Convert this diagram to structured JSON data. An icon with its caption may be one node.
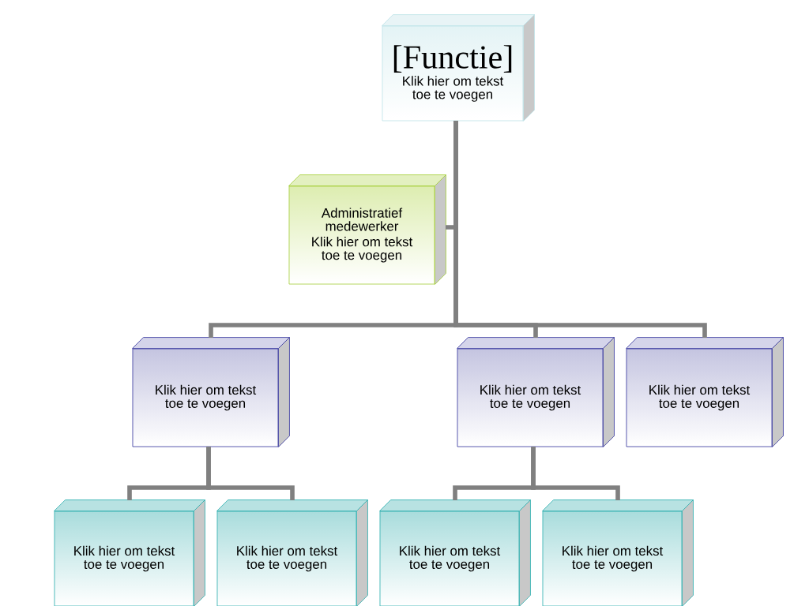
{
  "diagram": {
    "nodes": [
      {
        "text": [
          "[Functie]",
          "Klik hier om tekst toe te voegen"
        ]
      },
      {
        "text": [
          "Administratief medewerker",
          "Klik hier om tekst toe te voegen"
        ]
      },
      {
        "text": [
          "Klik hier om tekst toe te voegen"
        ]
      },
      {
        "text": [
          "Klik hier om tekst toe te voegen"
        ]
      },
      {
        "text": [
          "Klik hier om tekst toe te voegen"
        ]
      },
      {
        "text": [
          "Klik hier om tekst toe te voegen"
        ]
      },
      {
        "text": [
          "Klik hier om tekst toe te voegen"
        ]
      },
      {
        "text": [
          "Klik hier om tekst toe te voegen"
        ]
      },
      {
        "text": [
          "Klik hier om tekst toe te voegen"
        ]
      }
    ],
    "edges": [
      {
        "from": 0,
        "to": 1,
        "arrow": "none"
      },
      {
        "from": 0,
        "to": 2,
        "arrow": "none"
      },
      {
        "from": 0,
        "to": 3,
        "arrow": "none"
      },
      {
        "from": 0,
        "to": 4,
        "arrow": "none"
      },
      {
        "from": 2,
        "to": 5,
        "arrow": "none"
      },
      {
        "from": 2,
        "to": 6,
        "arrow": "none"
      },
      {
        "from": 3,
        "to": 7,
        "arrow": "none"
      },
      {
        "from": 3,
        "to": 8,
        "arrow": "none"
      }
    ]
  }
}
